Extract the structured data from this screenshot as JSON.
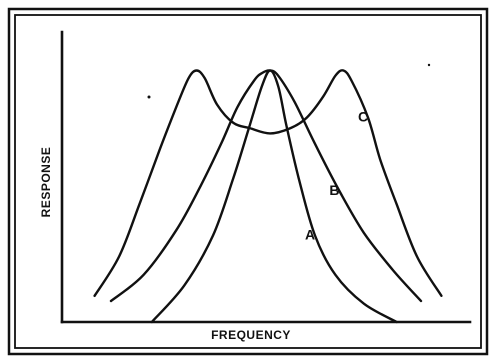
{
  "chart_data": {
    "type": "line",
    "title": "",
    "xlabel": "FREQUENCY",
    "ylabel": "RESPONSE",
    "grid": false,
    "legend": "none",
    "xlim": [
      0,
      100
    ],
    "ylim": [
      0,
      100
    ],
    "series": [
      {
        "name": "A",
        "x": [
          22,
          30,
          37,
          42,
          46,
          49,
          51,
          53,
          55,
          58,
          62,
          67,
          74,
          82
        ],
        "y": [
          0,
          14,
          33,
          55,
          75,
          90,
          96,
          90,
          75,
          55,
          33,
          18,
          7,
          0
        ]
      },
      {
        "name": "B",
        "x": [
          12,
          20,
          28,
          34,
          39,
          43,
          47,
          49,
          51,
          53,
          57,
          62,
          68,
          74,
          81,
          88
        ],
        "y": [
          8,
          18,
          35,
          52,
          68,
          82,
          92,
          95,
          96,
          94,
          84,
          68,
          50,
          34,
          20,
          8
        ]
      },
      {
        "name": "C",
        "x": [
          8,
          14,
          19,
          24,
          28,
          31,
          33,
          35,
          38,
          42,
          46,
          51,
          56,
          60,
          64,
          67,
          69,
          71,
          75,
          78,
          82,
          87,
          93
        ],
        "y": [
          10,
          25,
          45,
          66,
          82,
          93,
          96,
          93,
          83,
          76,
          74,
          72,
          74,
          78,
          86,
          94,
          96,
          92,
          78,
          62,
          45,
          25,
          10
        ]
      }
    ]
  }
}
